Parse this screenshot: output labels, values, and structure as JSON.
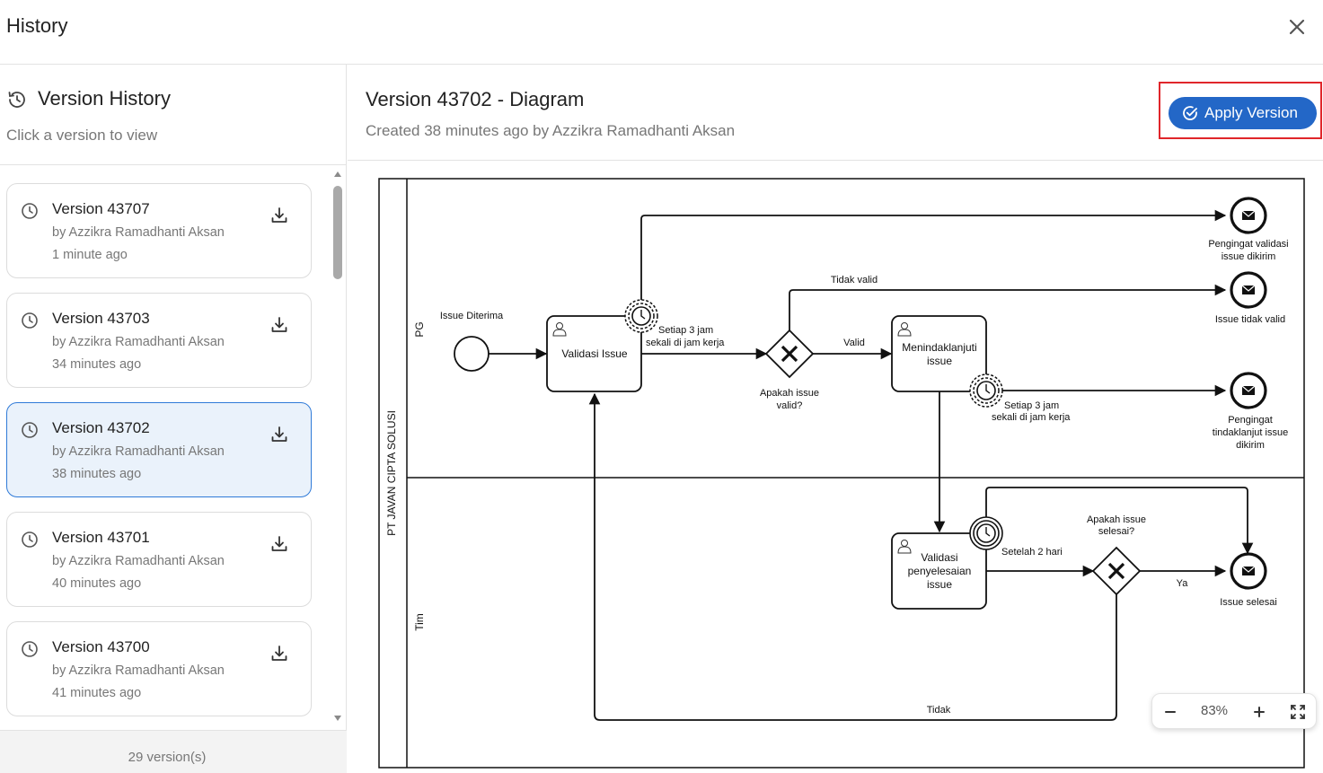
{
  "window": {
    "title": "History",
    "close_icon": "close-icon"
  },
  "sidebar": {
    "title": "Version History",
    "subtitle": "Click a version to view",
    "footer": "29 version(s)",
    "versions": [
      {
        "name": "Version 43707",
        "author": "by Azzikra Ramadhanti Aksan",
        "time": "1 minute ago",
        "selected": false
      },
      {
        "name": "Version 43703",
        "author": "by Azzikra Ramadhanti Aksan",
        "time": "34 minutes ago",
        "selected": false
      },
      {
        "name": "Version 43702",
        "author": "by Azzikra Ramadhanti Aksan",
        "time": "38 minutes ago",
        "selected": true
      },
      {
        "name": "Version 43701",
        "author": "by Azzikra Ramadhanti Aksan",
        "time": "40 minutes ago",
        "selected": false
      },
      {
        "name": "Version 43700",
        "author": "by Azzikra Ramadhanti Aksan",
        "time": "41 minutes ago",
        "selected": false
      }
    ]
  },
  "main": {
    "title": "Version 43702 - Diagram",
    "subtitle": "Created 38 minutes ago by Azzikra Ramadhanti Aksan",
    "apply_label": "Apply Version",
    "zoom": "83%"
  },
  "colors": {
    "accent": "#2367c7",
    "highlight": "#e0262b",
    "selected_bg": "#eaf2fb"
  },
  "diagram": {
    "pool": "PT JAVAN CIPTA SOLUSI",
    "lanes": [
      "PG",
      "Tim"
    ],
    "start_event": "Issue Diterima",
    "task_validasi": "Validasi Issue",
    "task_menindak_1": "Menindaklanjuti",
    "task_menindak_2": "issue",
    "task_penyelesaian_1": "Validasi",
    "task_penyelesaian_2": "penyelesaian",
    "task_penyelesaian_3": "issue",
    "gateway1_1": "Apakah issue",
    "gateway1_2": "valid?",
    "gateway2_1": "Apakah issue",
    "gateway2_2": "selesai?",
    "timer1_1": "Setiap 3 jam",
    "timer1_2": "sekali di jam kerja",
    "timer2_1": "Setiap 3 jam",
    "timer2_2": "sekali di jam kerja",
    "timer3": "Setelah 2 hari",
    "end1_1": "Pengingat validasi",
    "end1_2": "issue dikirim",
    "end2": "Issue tidak valid",
    "end3_1": "Pengingat",
    "end3_2": "tindaklanjut issue",
    "end3_3": "dikirim",
    "end4": "Issue selesai",
    "flow_tidak_valid": "Tidak valid",
    "flow_valid": "Valid",
    "flow_ya": "Ya",
    "flow_tidak": "Tidak"
  }
}
